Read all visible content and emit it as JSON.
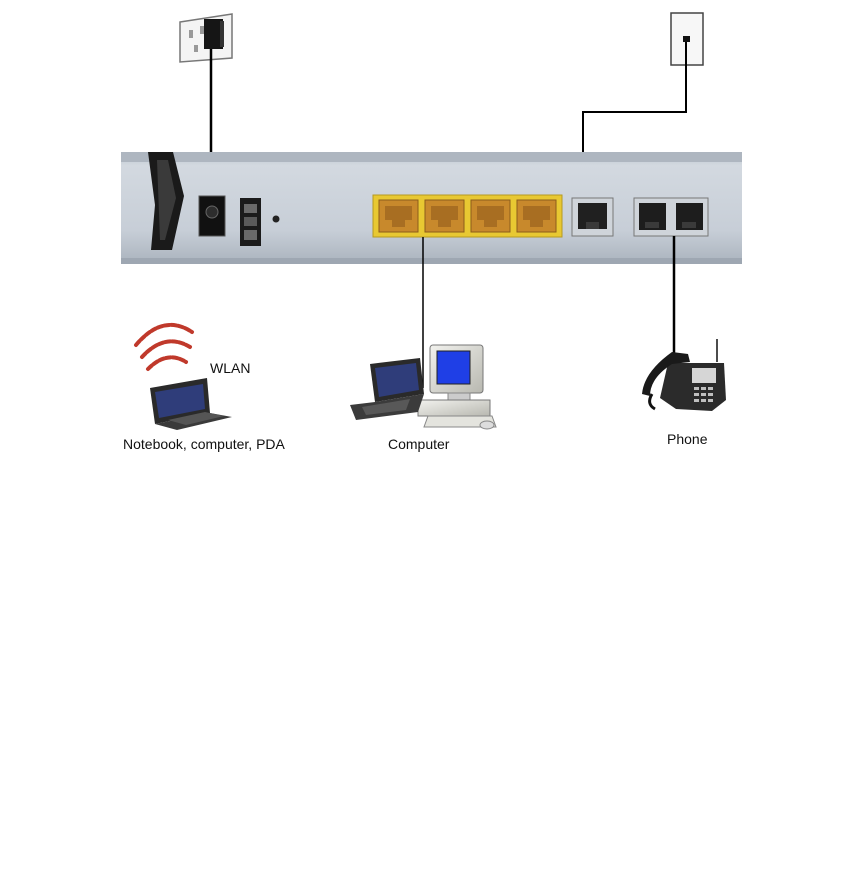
{
  "labels": {
    "wlan": "WLAN",
    "wireless_devices": "Notebook, computer, PDA",
    "computer": "Computer",
    "phone": "Phone"
  },
  "icons": {
    "power_outlet": "power-outlet-icon",
    "power_adapter": "power-adapter-icon",
    "phone_wall_jack": "phone-wall-jack-icon",
    "router_back_panel": "router-back-panel",
    "antenna": "antenna-icon",
    "power_port": "power-port-icon",
    "power_switch": "power-switch-icon",
    "reset_button": "reset-button-icon",
    "lan_ports": "lan-port-icon",
    "dsl_port": "dsl-port-icon",
    "phone_ports": "phone-port-icon",
    "wifi_signal": "wifi-signal-icon",
    "laptop": "laptop-icon",
    "desktop_computer": "desktop-computer-icon",
    "telephone": "telephone-icon"
  },
  "colors": {
    "lan_port_strip": "#e8c832",
    "lan_port": "#c8892c",
    "panel": "#c6cdd6",
    "wifi_signal": "#c0392b",
    "cable": "#000000",
    "screen": "#1f3fe6"
  }
}
